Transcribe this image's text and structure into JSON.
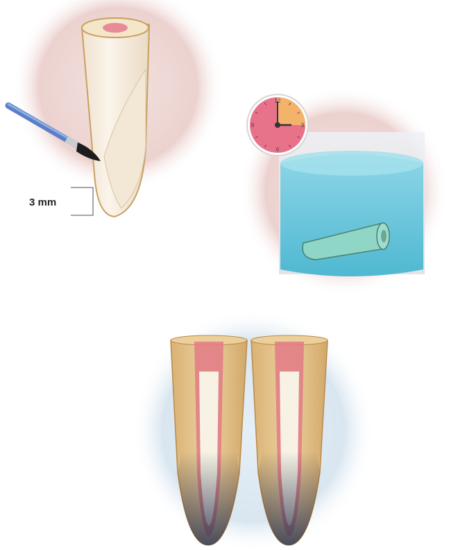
{
  "panel1": {
    "measurement_label": "3 mm",
    "icon": "brush-icon"
  },
  "panel2": {
    "icon": "clock-icon",
    "clock_numbers": [
      "12",
      "3",
      "6",
      "9"
    ],
    "elapsed_fraction": 0.25
  },
  "panel3": {
    "root_count": 2
  },
  "colors": {
    "background_pink": "#f1dcd9",
    "background_blue": "#dde9f2",
    "root_outline": "#c9a060",
    "root_fill": "#f6ecdc",
    "canal_pink": "#e27a86",
    "liquid_blue": "#6cc6da",
    "clock_face": "#e8728a",
    "clock_elapsed": "#f3b36a",
    "dye_dark": "#2e3550"
  }
}
